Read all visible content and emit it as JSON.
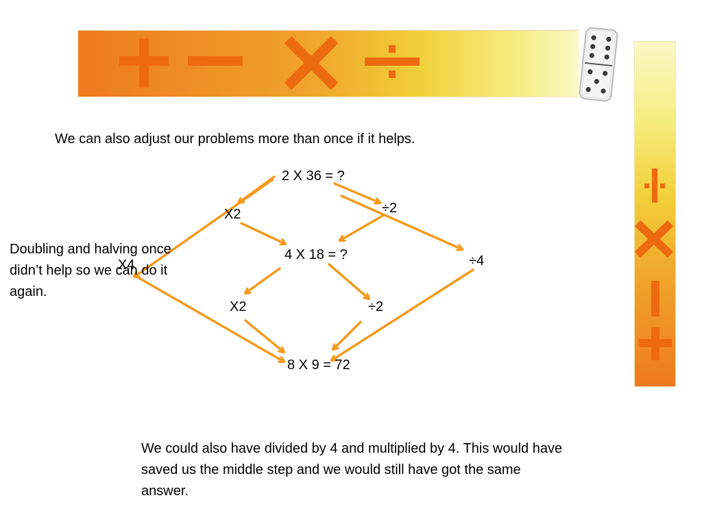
{
  "colors": {
    "accent_orange": "#ee6a0e",
    "arrow_orange": "#f39a1e"
  },
  "header_icons": [
    "plus-icon",
    "minus-icon",
    "times-icon",
    "divide-icon",
    "domino-icon"
  ],
  "side_icons": [
    "divide-icon",
    "times-icon",
    "minus-icon",
    "plus-icon"
  ],
  "intro": "We can also adjust our problems more than once if it helps.",
  "diagram": {
    "top": "2 X 36 = ?",
    "middle": "4 X 18 = ?",
    "bottom": "8 X 9 = 72",
    "x2_upper": "X2",
    "div2_upper": "÷2",
    "x4": "X4",
    "div4": "÷4",
    "x2_lower": "X2",
    "div2_lower": "÷2"
  },
  "left_note": "Doubling and halving once didn’t help so we can do it again.",
  "bottom_note": "We could also have divided by 4 and multiplied by 4. This would have saved us the middle step and we would still have got the same answer."
}
